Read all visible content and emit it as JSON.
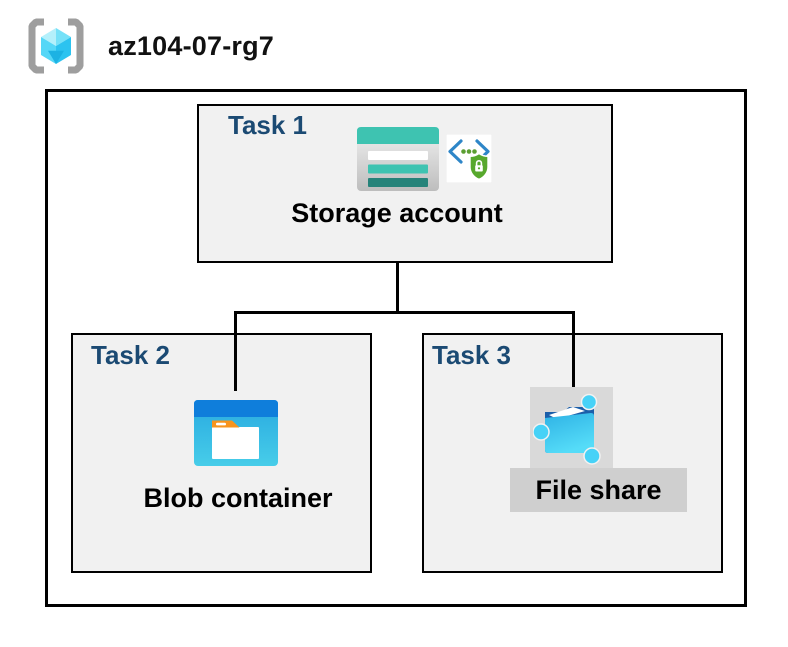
{
  "title": "az104-07-rg7",
  "tasks": [
    {
      "label": "Task 1",
      "node": "Storage account"
    },
    {
      "label": "Task 2",
      "node": "Blob container"
    },
    {
      "label": "Task 3",
      "node": "File share"
    }
  ],
  "icons": {
    "resource_group": "resource-group-icon",
    "storage_account": "storage-account-icon",
    "secure_endpoint": "secure-endpoint-icon",
    "blob_container": "blob-container-icon",
    "file_share": "file-share-icon"
  },
  "colors": {
    "task_label_blue": "#1B4A73",
    "box_fill_gray": "#F1F1F1",
    "border_black": "#000000",
    "storage_teal": "#3EC3B1",
    "storage_teal_dark": "#26837A",
    "blob_header_blue": "#0F7EDB",
    "blob_body_cyan": "#35BCE5",
    "folder_tab_orange": "#F7941E",
    "fileshare_dark_blue": "#1B5EA9",
    "fileshare_node_cyan": "#47D2F7",
    "fileshare_bg_gray": "#D9D9D9",
    "fileshare_label_bg_gray": "#CFCFCF",
    "bracket_gray": "#9E9E9E",
    "cube_cyan": "#45D0F5",
    "shield_green": "#57A82D",
    "chevron_blue": "#2E86C8"
  }
}
